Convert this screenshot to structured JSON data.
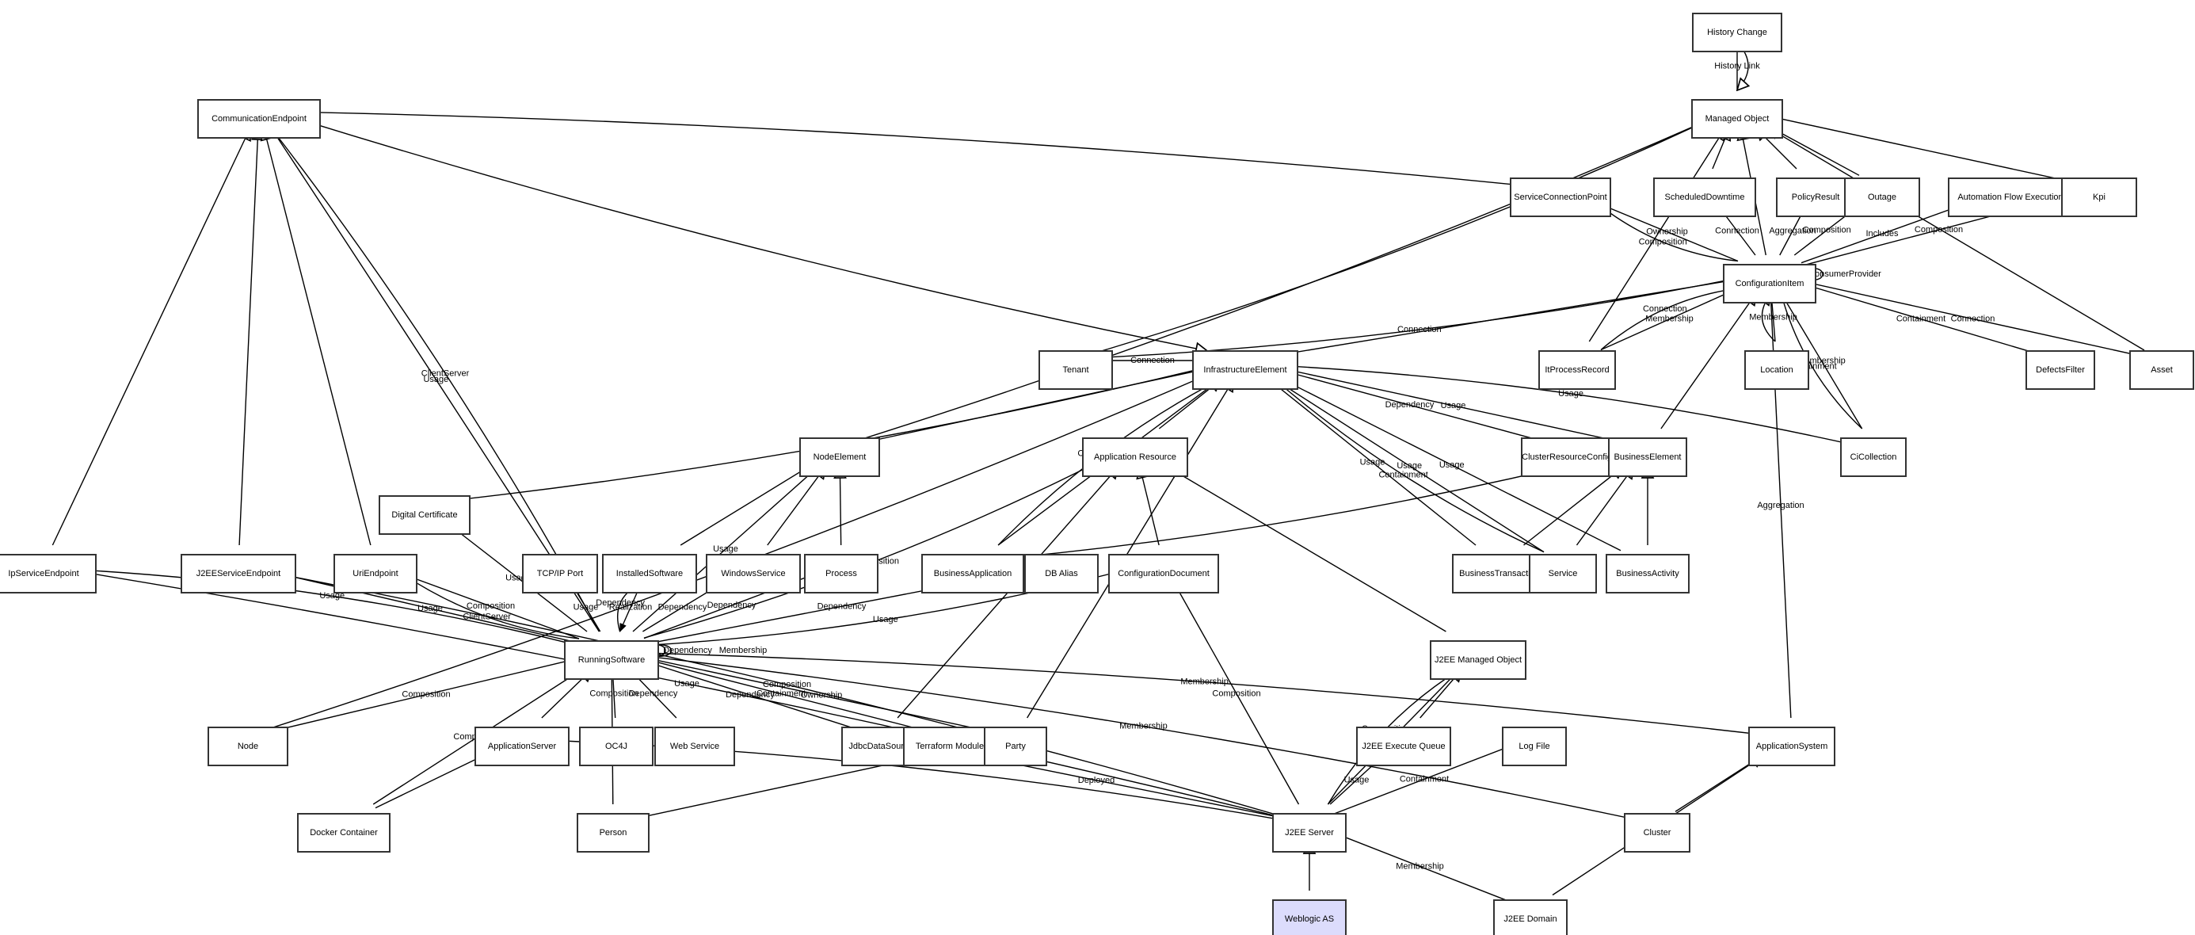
{
  "diagram": {
    "title": "Weblogic AS class relationship diagram",
    "highlight_color": "#dcdcfc",
    "nodes": [
      {
        "id": "history_change",
        "label": "History Change"
      },
      {
        "id": "managed_object",
        "label": "Managed Object"
      },
      {
        "id": "communication_endpoint",
        "label": "CommunicationEndpoint"
      },
      {
        "id": "service_connection_point",
        "label": "ServiceConnectionPoint"
      },
      {
        "id": "scheduled_downtime",
        "label": "ScheduledDowntime"
      },
      {
        "id": "policy_result",
        "label": "PolicyResult"
      },
      {
        "id": "outage",
        "label": "Outage"
      },
      {
        "id": "automation_flow_execution",
        "label": "Automation Flow Execution"
      },
      {
        "id": "kpi",
        "label": "Kpi"
      },
      {
        "id": "configuration_item",
        "label": "ConfigurationItem"
      },
      {
        "id": "tenant",
        "label": "Tenant"
      },
      {
        "id": "infrastructure_element",
        "label": "InfrastructureElement"
      },
      {
        "id": "it_process_record",
        "label": "ItProcessRecord"
      },
      {
        "id": "location",
        "label": "Location"
      },
      {
        "id": "defects_filter",
        "label": "DefectsFilter"
      },
      {
        "id": "asset",
        "label": "Asset"
      },
      {
        "id": "node_element",
        "label": "NodeElement"
      },
      {
        "id": "application_resource",
        "label": "Application Resource"
      },
      {
        "id": "cluster_resource_config",
        "label": "ClusterResourceConfig"
      },
      {
        "id": "business_element",
        "label": "BusinessElement"
      },
      {
        "id": "ci_collection",
        "label": "CiCollection"
      },
      {
        "id": "digital_certificate",
        "label": "Digital Certificate"
      },
      {
        "id": "ip_service_endpoint",
        "label": "IpServiceEndpoint"
      },
      {
        "id": "j2ee_service_endpoint",
        "label": "J2EEServiceEndpoint"
      },
      {
        "id": "uri_endpoint",
        "label": "UriEndpoint"
      },
      {
        "id": "tcpip_port",
        "label": "TCP/IP Port"
      },
      {
        "id": "installed_software",
        "label": "InstalledSoftware"
      },
      {
        "id": "windows_service",
        "label": "WindowsService"
      },
      {
        "id": "process",
        "label": "Process"
      },
      {
        "id": "business_application",
        "label": "BusinessApplication"
      },
      {
        "id": "db_alias",
        "label": "DB Alias"
      },
      {
        "id": "configuration_document",
        "label": "ConfigurationDocument"
      },
      {
        "id": "business_transaction",
        "label": "BusinessTransaction"
      },
      {
        "id": "service",
        "label": "Service"
      },
      {
        "id": "business_activity",
        "label": "BusinessActivity"
      },
      {
        "id": "running_software",
        "label": "RunningSoftware"
      },
      {
        "id": "j2ee_managed_object",
        "label": "J2EE Managed Object"
      },
      {
        "id": "node",
        "label": "Node"
      },
      {
        "id": "application_server",
        "label": "ApplicationServer"
      },
      {
        "id": "oc4j",
        "label": "OC4J"
      },
      {
        "id": "web_service",
        "label": "Web Service"
      },
      {
        "id": "jdbc_data_source",
        "label": "JdbcDataSource"
      },
      {
        "id": "terraform_module",
        "label": "Terraform Module"
      },
      {
        "id": "party",
        "label": "Party"
      },
      {
        "id": "j2ee_execute_queue",
        "label": "J2EE Execute Queue"
      },
      {
        "id": "log_file",
        "label": "Log File"
      },
      {
        "id": "application_system",
        "label": "ApplicationSystem"
      },
      {
        "id": "docker_container",
        "label": "Docker Container"
      },
      {
        "id": "person",
        "label": "Person"
      },
      {
        "id": "j2ee_server",
        "label": "J2EE Server"
      },
      {
        "id": "cluster",
        "label": "Cluster"
      },
      {
        "id": "weblogic_as",
        "label": "Weblogic AS",
        "highlight": true
      },
      {
        "id": "j2ee_domain",
        "label": "J2EE Domain"
      }
    ],
    "edges": [
      {
        "from": "managed_object",
        "to": "history_change",
        "label": "History Link",
        "kind": "assoc"
      },
      {
        "from": "history_change",
        "to": "managed_object",
        "label": "",
        "kind": "inherit"
      },
      {
        "from": "scheduled_downtime",
        "to": "managed_object",
        "label": "",
        "kind": "inherit"
      },
      {
        "from": "policy_result",
        "to": "managed_object",
        "label": "",
        "kind": "inherit"
      },
      {
        "from": "outage",
        "to": "managed_object",
        "label": "",
        "kind": "inherit"
      },
      {
        "from": "kpi",
        "to": "managed_object",
        "label": "",
        "kind": "inherit"
      },
      {
        "from": "configuration_item",
        "to": "managed_object",
        "label": "",
        "kind": "inherit"
      },
      {
        "from": "asset",
        "to": "managed_object",
        "label": "",
        "kind": "inherit"
      },
      {
        "from": "tenant",
        "to": "managed_object",
        "label": "",
        "kind": "inherit"
      },
      {
        "from": "it_process_record",
        "to": "managed_object",
        "label": "",
        "kind": "inherit"
      },
      {
        "from": "node_element",
        "to": "managed_object",
        "label": "",
        "kind": "inherit"
      },
      {
        "from": "service_connection_point",
        "to": "communication_endpoint",
        "label": "",
        "kind": "inherit"
      },
      {
        "from": "communication_endpoint",
        "to": "infrastructure_element",
        "label": "",
        "kind": "inherit"
      },
      {
        "from": "configuration_item",
        "to": "service_connection_point",
        "label": "Ownership",
        "kind": "assoc"
      },
      {
        "from": "configuration_item",
        "to": "service_connection_point",
        "label": "Composition",
        "kind": "assoc"
      },
      {
        "from": "configuration_item",
        "to": "scheduled_downtime",
        "label": "Connection",
        "kind": "assoc"
      },
      {
        "from": "configuration_item",
        "to": "policy_result",
        "label": "Aggregation",
        "kind": "assoc"
      },
      {
        "from": "configuration_item",
        "to": "outage",
        "label": "Composition",
        "kind": "assoc"
      },
      {
        "from": "configuration_item",
        "to": "automation_flow_execution",
        "label": "Includes",
        "kind": "assoc"
      },
      {
        "from": "configuration_item",
        "to": "kpi",
        "label": "Composition",
        "kind": "assoc"
      },
      {
        "from": "configuration_item",
        "to": "configuration_item",
        "label": "ConsumerProvider",
        "kind": "assoc"
      },
      {
        "from": "tenant",
        "to": "configuration_item",
        "label": "Connection",
        "kind": "assoc"
      },
      {
        "from": "tenant",
        "to": "infrastructure_element",
        "label": "Connection",
        "kind": "assoc"
      },
      {
        "from": "infrastructure_element",
        "to": "configuration_item",
        "label": "",
        "kind": "inherit"
      },
      {
        "from": "it_process_record",
        "to": "configuration_item",
        "label": "Membership",
        "kind": "assoc"
      },
      {
        "from": "it_process_record",
        "to": "configuration_item",
        "label": "Connection",
        "kind": "assoc"
      },
      {
        "from": "location",
        "to": "configuration_item",
        "label": "Membership",
        "kind": "assoc"
      },
      {
        "from": "location",
        "to": "configuration_item",
        "label": "",
        "kind": "inherit"
      },
      {
        "from": "ci_collection",
        "to": "configuration_item",
        "label": "Membership",
        "kind": "assoc"
      },
      {
        "from": "ci_collection",
        "to": "configuration_item",
        "label": "Containment",
        "kind": "assoc"
      },
      {
        "from": "defects_filter",
        "to": "configuration_item",
        "label": "Containment",
        "kind": "assoc"
      },
      {
        "from": "asset",
        "to": "configuration_item",
        "label": "Connection",
        "kind": "assoc"
      },
      {
        "from": "business_element",
        "to": "configuration_item",
        "label": "",
        "kind": "inherit"
      },
      {
        "from": "application_system",
        "to": "configuration_item",
        "label": "Aggregation",
        "kind": "assoc"
      },
      {
        "from": "node_element",
        "to": "infrastructure_element",
        "label": "",
        "kind": "inherit"
      },
      {
        "from": "application_resource",
        "to": "infrastructure_element",
        "label": "",
        "kind": "inherit"
      },
      {
        "from": "digital_certificate",
        "to": "infrastructure_element",
        "label": "",
        "kind": "inherit"
      },
      {
        "from": "business_application",
        "to": "infrastructure_element",
        "label": "Usage",
        "kind": "assoc"
      },
      {
        "from": "business_application",
        "to": "infrastructure_element",
        "label": "Containment",
        "kind": "assoc"
      },
      {
        "from": "service",
        "to": "infrastructure_element",
        "label": "Usage",
        "kind": "assoc"
      },
      {
        "from": "business_transaction",
        "to": "infrastructure_element",
        "label": "Usage",
        "kind": "assoc"
      },
      {
        "from": "service",
        "to": "infrastructure_element",
        "label": "Containment",
        "kind": "assoc"
      },
      {
        "from": "business_activity",
        "to": "infrastructure_element",
        "label": "Usage",
        "kind": "assoc"
      },
      {
        "from": "cluster_resource_config",
        "to": "infrastructure_element",
        "label": "Dependency",
        "kind": "assoc"
      },
      {
        "from": "business_element",
        "to": "infrastructure_element",
        "label": "Usage",
        "kind": "assoc"
      },
      {
        "from": "ci_collection",
        "to": "infrastructure_element",
        "label": "Usage",
        "kind": "assoc"
      },
      {
        "from": "node",
        "to": "infrastructure_element",
        "label": "",
        "kind": "inherit"
      },
      {
        "from": "ip_service_endpoint",
        "to": "communication_endpoint",
        "label": "",
        "kind": "inherit"
      },
      {
        "from": "j2ee_service_endpoint",
        "to": "communication_endpoint",
        "label": "",
        "kind": "inherit"
      },
      {
        "from": "uri_endpoint",
        "to": "communication_endpoint",
        "label": "",
        "kind": "inherit"
      },
      {
        "from": "running_software",
        "to": "communication_endpoint",
        "label": "ClientServer",
        "kind": "assoc"
      },
      {
        "from": "running_software",
        "to": "communication_endpoint",
        "label": "Usage",
        "kind": "assoc"
      },
      {
        "from": "installed_software",
        "to": "node_element",
        "label": "",
        "kind": "inherit"
      },
      {
        "from": "windows_service",
        "to": "node_element",
        "label": "",
        "kind": "inherit"
      },
      {
        "from": "process",
        "to": "node_element",
        "label": "",
        "kind": "inherit"
      },
      {
        "from": "running_software",
        "to": "node_element",
        "label": "Usage",
        "kind": "assoc"
      },
      {
        "from": "configuration_document",
        "to": "application_resource",
        "label": "",
        "kind": "inherit"
      },
      {
        "from": "running_software",
        "to": "application_resource",
        "label": "Composition",
        "kind": "assoc"
      },
      {
        "from": "jdbc_data_source",
        "to": "application_resource",
        "label": "",
        "kind": "inherit"
      },
      {
        "from": "j2ee_managed_object",
        "to": "application_resource",
        "label": "",
        "kind": "inherit"
      },
      {
        "from": "business_application",
        "to": "business_element",
        "label": "",
        "kind": "inherit"
      },
      {
        "from": "business_transaction",
        "to": "business_element",
        "label": "",
        "kind": "inherit"
      },
      {
        "from": "service",
        "to": "business_element",
        "label": "",
        "kind": "inherit"
      },
      {
        "from": "business_activity",
        "to": "business_element",
        "label": "",
        "kind": "inherit"
      },
      {
        "from": "running_software",
        "to": "ip_service_endpoint",
        "label": "Usage",
        "kind": "assoc"
      },
      {
        "from": "running_software",
        "to": "j2ee_service_endpoint",
        "label": "Usage",
        "kind": "assoc"
      },
      {
        "from": "running_software",
        "to": "uri_endpoint",
        "label": "Composition",
        "kind": "assoc"
      },
      {
        "from": "running_software",
        "to": "uri_endpoint",
        "label": "ClientServer",
        "kind": "assoc"
      },
      {
        "from": "running_software",
        "to": "digital_certificate",
        "label": "Usage",
        "kind": "assoc"
      },
      {
        "from": "running_software",
        "to": "tcpip_port",
        "label": "Usage",
        "kind": "assoc"
      },
      {
        "from": "installed_software",
        "to": "running_software",
        "label": "Realization",
        "kind": "assoc"
      },
      {
        "from": "running_software",
        "to": "installed_software",
        "label": "Dependency",
        "kind": "assoc"
      },
      {
        "from": "running_software",
        "to": "windows_service",
        "label": "Dependency",
        "kind": "assoc"
      },
      {
        "from": "running_software",
        "to": "process",
        "label": "Dependency",
        "kind": "assoc"
      },
      {
        "from": "running_software",
        "to": "db_alias",
        "label": "Dependency",
        "kind": "assoc"
      },
      {
        "from": "running_software",
        "to": "configuration_document",
        "label": "Usage",
        "kind": "assoc"
      },
      {
        "from": "running_software",
        "to": "running_software",
        "label": "Dependency",
        "kind": "assoc"
      },
      {
        "from": "running_software",
        "to": "running_software",
        "label": "Membership",
        "kind": "assoc"
      },
      {
        "from": "node",
        "to": "running_software",
        "label": "Composition",
        "kind": "assoc"
      },
      {
        "from": "application_server",
        "to": "running_software",
        "label": "",
        "kind": "inherit"
      },
      {
        "from": "oc4j",
        "to": "running_software",
        "label": "Composition",
        "kind": "assoc"
      },
      {
        "from": "web_service",
        "to": "running_software",
        "label": "Dependency",
        "kind": "assoc"
      },
      {
        "from": "jdbc_data_source",
        "to": "running_software",
        "label": "Dependency",
        "kind": "assoc"
      },
      {
        "from": "terraform_module",
        "to": "running_software",
        "label": "Containment",
        "kind": "assoc"
      },
      {
        "from": "party",
        "to": "running_software",
        "label": "Ownership",
        "kind": "assoc"
      },
      {
        "from": "docker_container",
        "to": "running_software",
        "label": "Composition",
        "kind": "assoc"
      },
      {
        "from": "person",
        "to": "running_software",
        "label": "Ownership",
        "kind": "assoc"
      },
      {
        "from": "application_system",
        "to": "running_software",
        "label": "Membership",
        "kind": "assoc"
      },
      {
        "from": "cluster",
        "to": "running_software",
        "label": "Membership",
        "kind": "assoc"
      },
      {
        "from": "j2ee_server",
        "to": "configuration_document",
        "label": "Composition",
        "kind": "assoc"
      },
      {
        "from": "j2ee_server",
        "to": "ip_service_endpoint",
        "label": "Usage",
        "kind": "assoc"
      },
      {
        "from": "j2ee_server",
        "to": "j2ee_service_endpoint",
        "label": "Composition",
        "kind": "assoc"
      },
      {
        "from": "docker_container",
        "to": "application_server",
        "label": "",
        "kind": "inherit"
      },
      {
        "from": "j2ee_server",
        "to": "application_server",
        "label": "",
        "kind": "inherit"
      },
      {
        "from": "person",
        "to": "party",
        "label": "",
        "kind": "inherit"
      },
      {
        "from": "j2ee_server",
        "to": "jdbc_data_source",
        "label": "Deployed",
        "kind": "assoc"
      },
      {
        "from": "j2ee_execute_queue",
        "to": "j2ee_managed_object",
        "label": "",
        "kind": "inherit"
      },
      {
        "from": "j2ee_server",
        "to": "j2ee_managed_object",
        "label": "Deployed",
        "kind": "assoc"
      },
      {
        "from": "j2ee_server",
        "to": "j2ee_managed_object",
        "label": "Composition",
        "kind": "assoc"
      },
      {
        "from": "j2ee_server",
        "to": "j2ee_execute_queue",
        "label": "Usage",
        "kind": "assoc"
      },
      {
        "from": "j2ee_server",
        "to": "log_file",
        "label": "Containment",
        "kind": "assoc"
      },
      {
        "from": "party",
        "to": "infrastructure_element",
        "label": "",
        "kind": "inherit"
      },
      {
        "from": "cluster",
        "to": "application_system",
        "label": "",
        "kind": "inherit"
      },
      {
        "from": "j2ee_domain",
        "to": "application_system",
        "label": "",
        "kind": "inherit"
      },
      {
        "from": "weblogic_as",
        "to": "j2ee_server",
        "label": "",
        "kind": "inherit"
      },
      {
        "from": "j2ee_domain",
        "to": "j2ee_server",
        "label": "Membership",
        "kind": "assoc"
      }
    ]
  }
}
